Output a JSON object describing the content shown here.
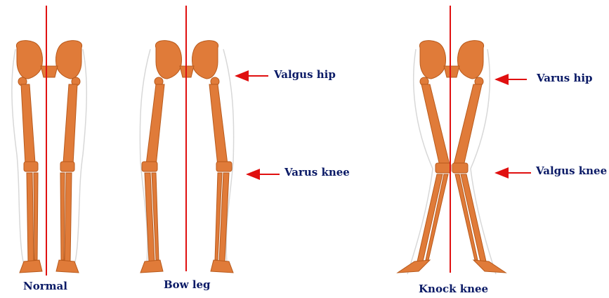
{
  "figures": [
    {
      "id": "normal",
      "caption": "Normal"
    },
    {
      "id": "bow-leg",
      "caption": "Bow leg"
    },
    {
      "id": "knock-knee",
      "caption": "Knock knee"
    }
  ],
  "annotations": {
    "valgus_hip": "Valgus hip",
    "varus_knee": "Varus knee",
    "varus_hip": "Varus hip",
    "valgus_knee": "Valgus knee"
  },
  "colors": {
    "bone": "#e07b39",
    "bone_edge": "#b85a1c",
    "axis_line": "#e01010",
    "arrow": "#e01010",
    "label": "#0a1a66",
    "outline": "#d8d8d8"
  }
}
